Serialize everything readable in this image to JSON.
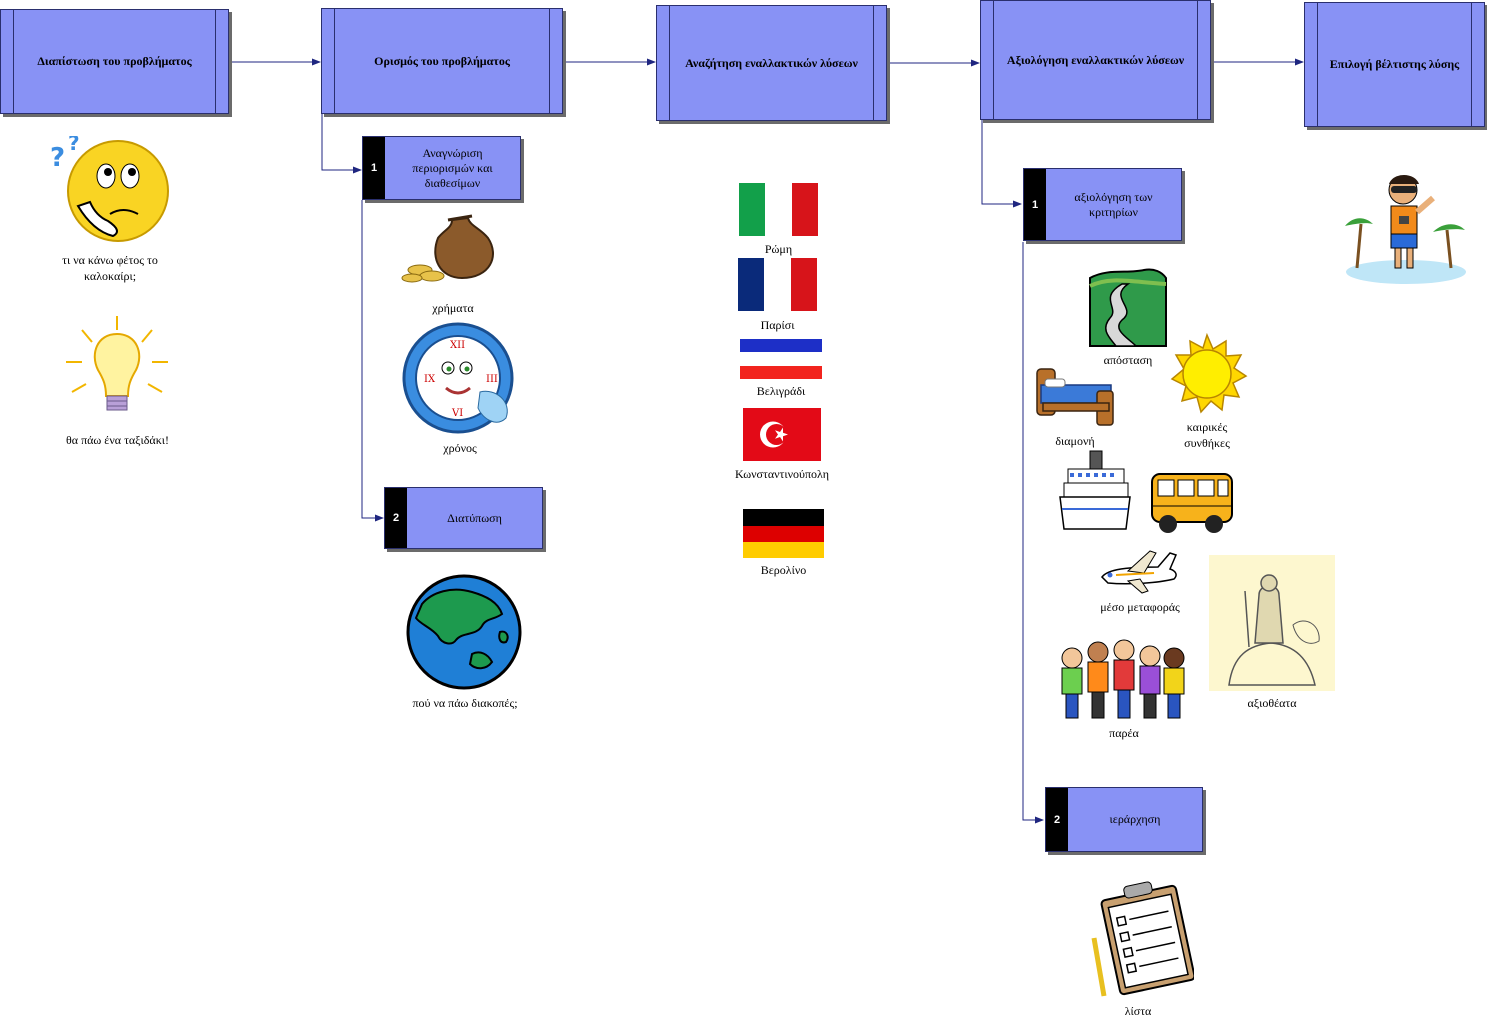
{
  "steps": [
    {
      "label": "Διαπίστωση του προβλήματος"
    },
    {
      "label": "Ορισμός του προβλήματος"
    },
    {
      "label": "Αναζήτηση εναλλακτικών λύσεων"
    },
    {
      "label": "Αξιολόγηση εναλλακτικών λύσεων"
    },
    {
      "label": "Επιλογή βέλτιστης λύσης"
    }
  ],
  "substeps": [
    {
      "num": "1",
      "label": "Αναγνώριση περιορισμών και διαθεσίμων"
    },
    {
      "num": "2",
      "label": "Διατύπωση"
    },
    {
      "num": "1",
      "label": "αξιολόγηση των κριτηρίων"
    },
    {
      "num": "2",
      "label": "ιεράρχηση"
    }
  ],
  "captions": {
    "question": "τι να κάνω φέτος το καλοκαίρι;",
    "idea": "θα πάω ένα ταξιδάκι!",
    "money": "χρήματα",
    "time": "χρόνος",
    "where": "πού να πάω διακοπές;",
    "rome": "Ρώμη",
    "paris": "Παρίσι",
    "belgrade": "Βελιγράδι",
    "istanbul": "Κωνσταντινούπολη",
    "berlin": "Βερολίνο",
    "distance": "απόσταση",
    "accommodation": "διαμονή",
    "weather": "καιρικές συνθήκες",
    "transport": "μέσο μεταφοράς",
    "company": "παρέα",
    "sights": "αξιοθέατα",
    "list": "λίστα"
  },
  "colors": {
    "box_fill": "#8892f5",
    "connector": "#1f2680"
  }
}
